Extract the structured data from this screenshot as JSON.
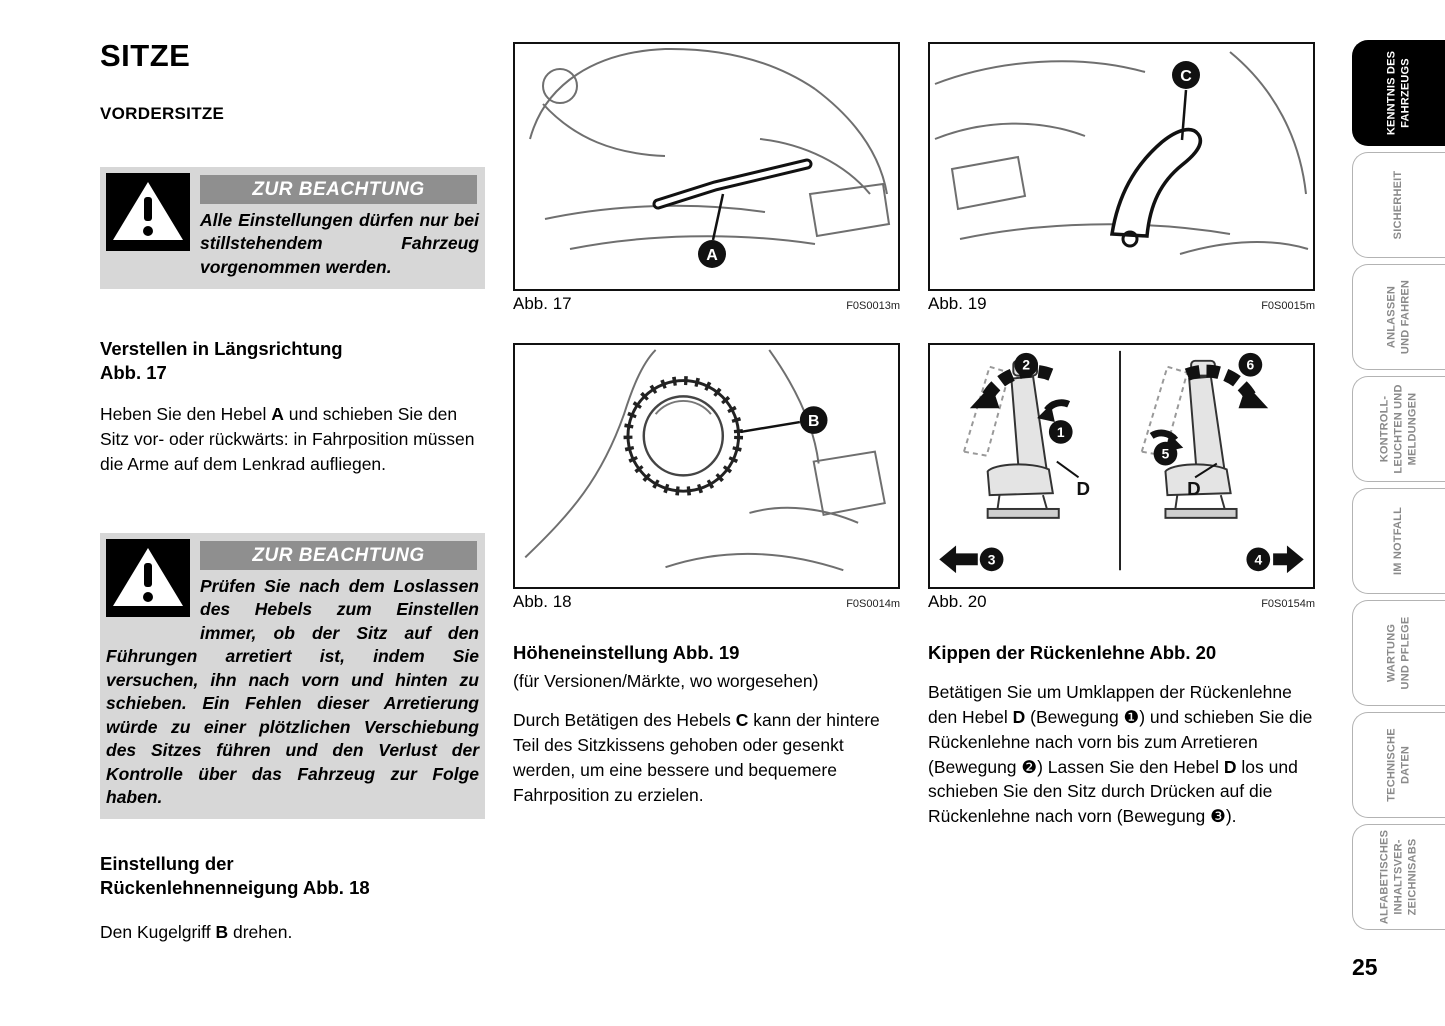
{
  "page_number": "25",
  "left": {
    "title": "SITZE",
    "subtitle": "VORDERSITZE",
    "warning1": {
      "header": "ZUR BEACHTUNG",
      "body_html": "Alle Einstellungen dürfen nur bei stillstehendem Fahrzeug vorgenommen werden."
    },
    "section1_heading": "Verstellen in Längsrichtung\nAbb. 17",
    "section1_body_html": "Heben Sie den Hebel <b>A</b> und schieben Sie den Sitz vor- oder rückwärts: in Fahrposition müssen die Arme auf dem Lenkrad aufliegen.",
    "warning2": {
      "header": "ZUR BEACHTUNG",
      "body_html": "Prüfen Sie nach dem Loslassen des Hebels zum Einstellen immer, ob der Sitz auf den Führungen arretiert ist, indem Sie versuchen, ihn nach vorn und hinten zu schieben. Ein Fehlen dieser Arretierung würde zu einer plötzlichen Verschiebung des Sitzes führen und den Verlust der Kontrolle über das Fahrzeug zur Folge haben."
    },
    "section2_heading": "Einstellung der\nRückenlehnenneigung Abb. 18",
    "section2_body_html": "Den Kugelgriff <b>B</b> drehen."
  },
  "middle": {
    "fig17": {
      "caption": "Abb. 17",
      "code": "F0S0013m",
      "callout_a": "A"
    },
    "fig18": {
      "caption": "Abb. 18",
      "code": "F0S0014m",
      "callout_b": "B"
    },
    "heading": "Höheneinstellung Abb. 19",
    "note": "(für Versionen/Märkte, wo worgesehen)",
    "body_html": "Durch Betätigen des Hebels <b>C</b> kann der hintere Teil des Sitzkissens gehoben oder gesenkt werden, um eine bessere und bequemere Fahrposition zu erzielen."
  },
  "right": {
    "fig19": {
      "caption": "Abb. 19",
      "code": "F0S0015m",
      "callout_c": "C"
    },
    "fig20": {
      "caption": "Abb. 20",
      "code": "F0S0154m",
      "n1": "1",
      "n2": "2",
      "n3": "3",
      "n4": "4",
      "n5": "5",
      "n6": "6",
      "d_left": "D",
      "d_right": "D"
    },
    "heading": "Kippen der Rückenlehne Abb. 20",
    "body_html": "Betätigen Sie um Umklappen der Rückenlehne den Hebel <b>D</b> (Bewegung ❶) und schieben Sie die Rückenlehne nach vorn bis zum Arretieren (Bewegung ❷) Lassen Sie den Hebel <b>D</b> los und schieben Sie den Sitz durch Drücken auf die Rückenlehne nach vorn (Bewegung ❸)."
  },
  "sidebar": {
    "tabs": [
      {
        "label": "KENNTNIS DES\nFAHRZEUGS"
      },
      {
        "label": "SICHERHEIT"
      },
      {
        "label": "ANLASSEN\nUND FAHREN"
      },
      {
        "label": "KONTROLL-\nLEUCHTEN UND\nMELDUNGEN"
      },
      {
        "label": "IM NOTFALL"
      },
      {
        "label": "WARTUNG\nUND PFLEGE"
      },
      {
        "label": "TECHNISCHE\nDATEN"
      },
      {
        "label": "ALFABETISCHES\nINHALTSVER-\nZEICHNISABS"
      }
    ]
  }
}
